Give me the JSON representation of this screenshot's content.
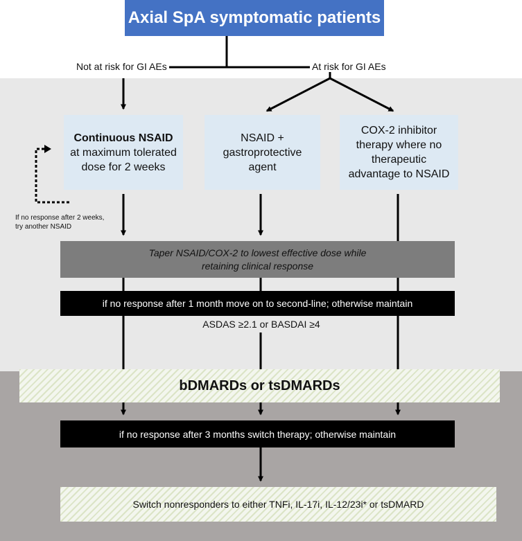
{
  "title": "Axial SpA symptomatic patients",
  "branches": {
    "left": "Not at risk for GI AEs",
    "right": "At risk for GI AEs"
  },
  "boxes": {
    "nsaid_bold": "Continuous NSAID",
    "nsaid_line1": "at maximum tolerated",
    "nsaid_line2": "dose for 2 weeks",
    "gastro_line1": "NSAID +",
    "gastro_line2": "gastroprotective",
    "gastro_line3": "agent",
    "cox_line1": "COX-2 inhibitor",
    "cox_line2": "therapy where no",
    "cox_line3": "therapeutic",
    "cox_line4": "advantage to NSAID"
  },
  "side_note": {
    "line1": "If no response after 2 weeks,",
    "line2": "try another NSAID"
  },
  "taper": {
    "line1": "Taper NSAID/COX-2 to lowest effective dose while",
    "line2": "retaining clinical response"
  },
  "first_line_rule": "if no response after 1 month move on to second-line; otherwise maintain",
  "criteria": "ASDAS ≥2.1 or BASDAI ≥4",
  "second_line": "bDMARDs or tsDMARDs",
  "second_line_rule": "if no response after 3 months switch therapy; otherwise maintain",
  "switch": "Switch nonresponders to either TNFi, IL-17i, IL-12/23i* or tsDMARD"
}
